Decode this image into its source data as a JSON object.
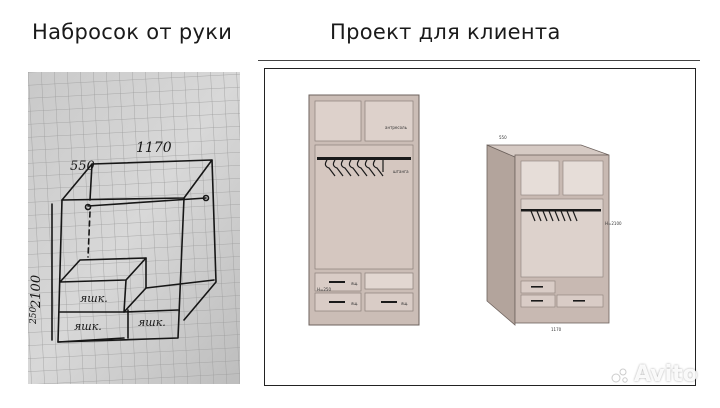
{
  "titles": {
    "sketch": "Набросок от руки",
    "project": "Проект для клиента"
  },
  "sketch_labels": {
    "depth": "550",
    "width": "1170",
    "height": "2100",
    "drawer_1": "яшк.",
    "drawer_2": "яшк.",
    "drawer_3": "яшк.",
    "side_note": "250"
  },
  "front_view_labels": {
    "shelf_tag": "антресоль",
    "rod_tag": "штанга",
    "drawer_tag_1": "ящ.",
    "drawer_tag_2": "ящ.",
    "drawer_tag_3": "ящ.",
    "left_dim": "H=250"
  },
  "iso_view_labels": {
    "depth": "550",
    "width": "1170",
    "height": "H=2100"
  },
  "watermark": "Avito"
}
